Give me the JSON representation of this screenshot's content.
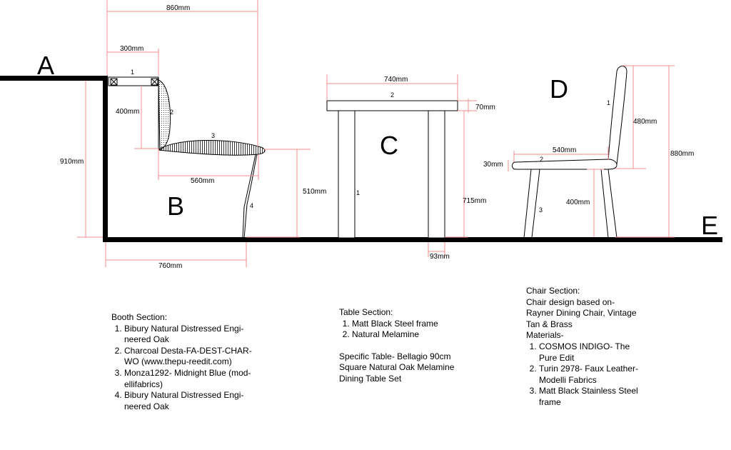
{
  "sections": {
    "a": "A",
    "b": "B",
    "c": "C",
    "d": "D",
    "e": "E"
  },
  "dimensions": {
    "booth_depth": "860mm",
    "booth_frame": "300mm",
    "booth_back": "400mm",
    "booth_height": "910mm",
    "booth_seat": "560mm",
    "booth_seat_height": "510mm",
    "booth_base": "760mm",
    "table_width": "740mm",
    "table_top": "70mm",
    "table_height": "715mm",
    "table_leg": "93mm",
    "chair_seat_width": "540mm",
    "chair_seat_thick": "30mm",
    "chair_back": "480mm",
    "chair_height": "880mm",
    "chair_seat_height": "400mm"
  },
  "part_numbers": {
    "booth_frame": "1",
    "booth_back": "2",
    "booth_seat": "3",
    "booth_base": "4",
    "table_leg": "1",
    "table_top": "2",
    "chair_back": "1",
    "chair_seat": "2",
    "chair_leg": "3"
  },
  "notes": {
    "booth": {
      "heading": "Booth Section:",
      "items": [
        "Bibury Natural Distressed Engi-neered Oak",
        "Charcoal Desta-FA-DEST-CHAR-WO (www.thepu-reedit.com)",
        "Monza1292- Midnight Blue (mod-ellifabrics)",
        "Bibury Natural Distressed Engi-neered Oak"
      ]
    },
    "table": {
      "heading": "Table Section:",
      "items": [
        "Matt Black Steel frame",
        "Natural Melamine"
      ],
      "specific": "Specific Table- Bellagio 90cm Square Natural Oak Melamine Dining Table Set"
    },
    "chair": {
      "heading": "Chair Section:",
      "design": "Chair design based on- Rayner Dining Chair, Vintage Tan & Brass",
      "materials_label": "Materials-",
      "items": [
        "COSMOS INDIGO- The Pure Edit",
        "Turin 2978- Faux Leather- Modelli Fabrics",
        "Matt Black Stainless Steel frame"
      ]
    }
  },
  "colors": {
    "ink": "#000000",
    "dimension_line": "#f28c8c"
  }
}
